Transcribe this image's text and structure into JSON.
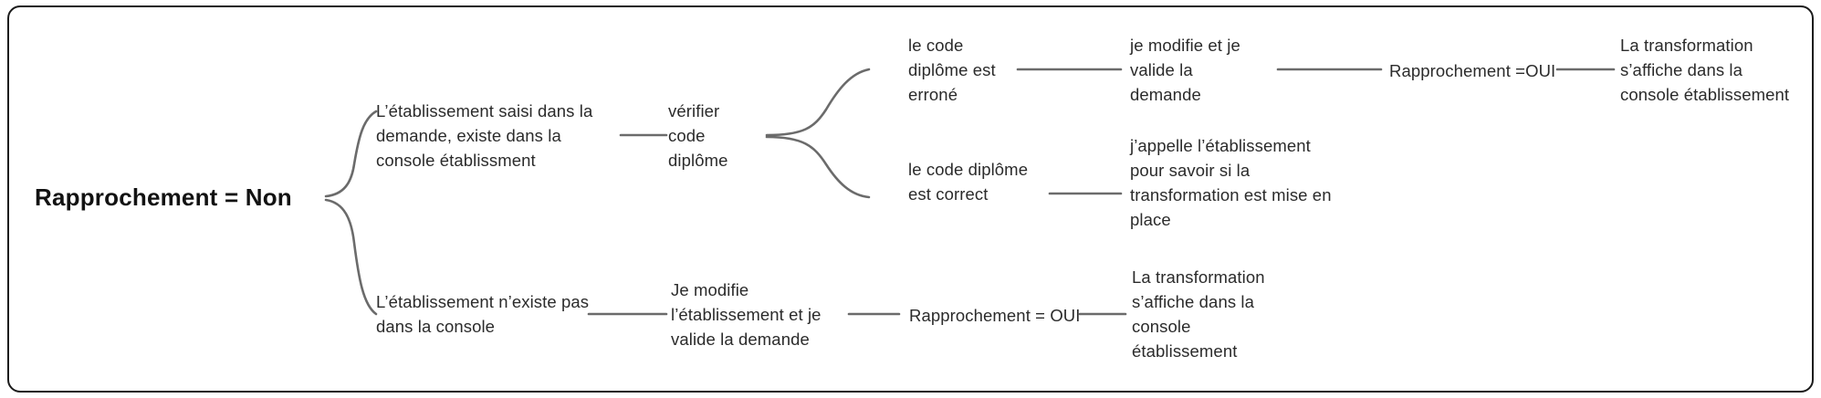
{
  "diagram": {
    "type": "mind-map",
    "title_node": "Rapprochement = Non",
    "background_color": "#ffffff",
    "border_color": "#1b1b1b",
    "text_color": "#2b2b2b",
    "root_text_color": "#121212",
    "edge_color": "#6b6b6b"
  },
  "nodes": {
    "root": "Rapprochement = Non",
    "branch_a": "L’établissement saisi dans la\ndemande, existe dans la\nconsole établissment",
    "branch_a_step1": "vérifier\ncode\ndiplôme",
    "branch_a_case1": "le code\ndiplôme est\nerroné",
    "branch_a_case1_action": "je modifie et je\nvalide la\ndemande",
    "branch_a_case1_result": "Rapprochement =OUI",
    "branch_a_case1_final": "La transformation\ns’affiche dans la\nconsole établissement",
    "branch_a_case2": "le code diplôme\nest correct",
    "branch_a_case2_action": "j’appelle l’établissement\npour savoir si la\ntransformation est mise en\nplace",
    "branch_b": "L’établissement n’existe pas\ndans la console",
    "branch_b_step1": "Je modifie\nl’établissement et je\nvalide la demande",
    "branch_b_result": "Rapprochement = OUI",
    "branch_b_final": "La transformation\ns’affiche dans la\nconsole\nétablissement"
  }
}
